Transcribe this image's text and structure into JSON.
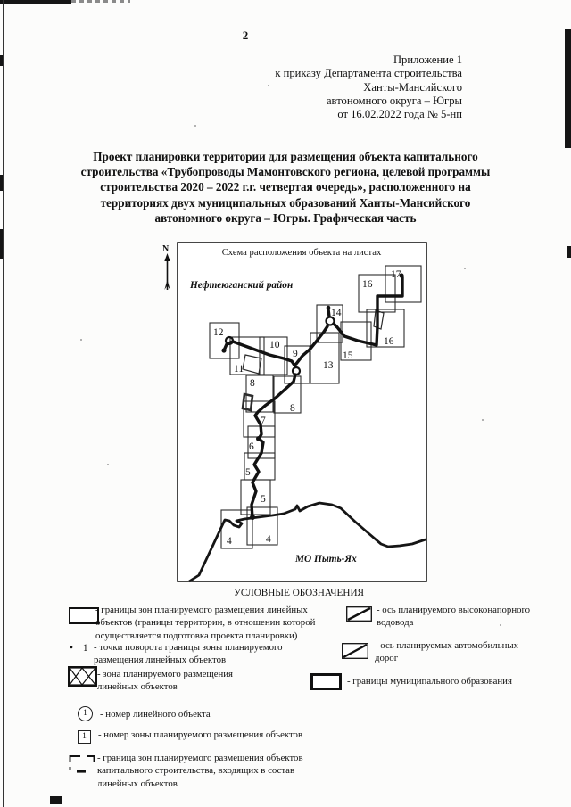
{
  "page": {
    "number": "2"
  },
  "header": {
    "lines": [
      "Приложение 1",
      "к приказу Департамента строительства",
      "Ханты-Мансийского",
      "автономного округа – Югры",
      "от 16.02.2022 года № 5-нп"
    ]
  },
  "title": "Проект планировки территории для размещения объекта капитального\nстроительства «Трубопроводы Мамонтовского региона, целевой программы\nстроительства 2020 – 2022 г.г. четвертая очередь», расположенного на\nтерриториях двух муниципальных образований Ханты-Мансийского\nавтономного округа – Югры. Графическая часть",
  "map": {
    "title": "Схема расположения объекта на листах",
    "north_label": "N",
    "region_labels": {
      "north": "Нефтеюганский район",
      "south": "МО Пыть-Ях"
    },
    "sheets": [
      {
        "n": "12"
      },
      {
        "n": "11"
      },
      {
        "n": "10"
      },
      {
        "n": "9"
      },
      {
        "n": "13"
      },
      {
        "n": "14"
      },
      {
        "n": "15"
      },
      {
        "n": "16"
      },
      {
        "n": "16"
      },
      {
        "n": "17"
      },
      {
        "n": "8"
      },
      {
        "n": "8"
      },
      {
        "n": "7"
      },
      {
        "n": "6"
      },
      {
        "n": "5"
      },
      {
        "n": "5"
      },
      {
        "n": "4"
      },
      {
        "n": "4"
      }
    ]
  },
  "legend": {
    "title": "УСЛОВНЫЕ ОБОЗНАЧЕНИЯ",
    "point_symbol": "• 1",
    "circle_number": "1",
    "square_number": "1",
    "left_items": [
      {
        "text": "- границы зон планируемого размещения линейных\nобъектов (границы территории, в отношении которой\nосуществляется подготовка проекта планировки)"
      },
      {
        "text": "- точки поворота границы зоны планируемого\nразмещения линейных объектов"
      },
      {
        "text": "- зона планируемого размещения\nлинейных объектов"
      },
      {
        "text": "- номер линейного объекта"
      },
      {
        "text": "- номер зоны планируемого размещения объектов"
      },
      {
        "text": "- граница зон планируемого размещения объектов\nкапитального строительства, входящих в состав\nлинейных объектов"
      }
    ],
    "right_items": [
      {
        "text": "- ось планируемого высоконапорного\nводовода"
      },
      {
        "text": "- ось планируемых автомобильных\nдорог"
      },
      {
        "text": "- границы муниципального образования"
      }
    ]
  }
}
